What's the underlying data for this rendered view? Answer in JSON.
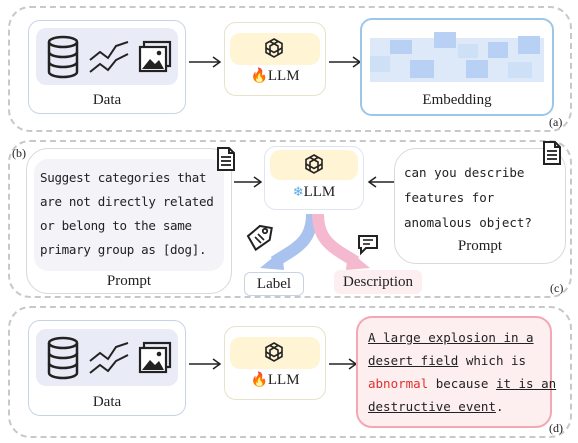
{
  "panel_a": {
    "data_label": "Data",
    "llm_label": "LLM",
    "embedding_label": "Embedding",
    "tag": "(a)",
    "icons": [
      "database-icon",
      "line-chart-icon",
      "image-icon",
      "chatgpt-logo-icon",
      "fire-icon"
    ]
  },
  "panel_b": {
    "tag_left": "(b)",
    "tag_right": "(c)",
    "prompt_left_lines": [
      "Suggest categories that",
      "are not directly related",
      "or belong to the same",
      "primary group as [dog]."
    ],
    "prompt_left_label": "Prompt",
    "llm_label": "LLM",
    "prompt_right_lines": [
      "can you describe",
      "features for",
      "anomalous object?"
    ],
    "prompt_right_label": "Prompt",
    "label_box": "Label",
    "description_box": "Description",
    "icons": [
      "document-icon",
      "snowflake-icon",
      "tag-icon",
      "chat-icon"
    ]
  },
  "panel_d": {
    "data_label": "Data",
    "llm_label": "LLM",
    "tag": "(d)",
    "desc_line1": "A large explosion in a",
    "desc_line2": "desert field",
    "desc_line2b": " which is",
    "desc_line3_red": "abnormal",
    "desc_line3_mid": " because ",
    "desc_line3_ul": "it is an",
    "desc_line4": "destructive event",
    "desc_line4_end": "."
  },
  "colors": {
    "llm_fill": "#fff5d4",
    "data_fill": "#e9ecf7",
    "embed_border": "#9dc6ea",
    "desc_fill": "#fdeef0",
    "desc_border": "#f2a9b5",
    "red_text": "#e03030",
    "label_arrow": "#a9c2ee",
    "desc_arrow": "#f5b9cf"
  }
}
